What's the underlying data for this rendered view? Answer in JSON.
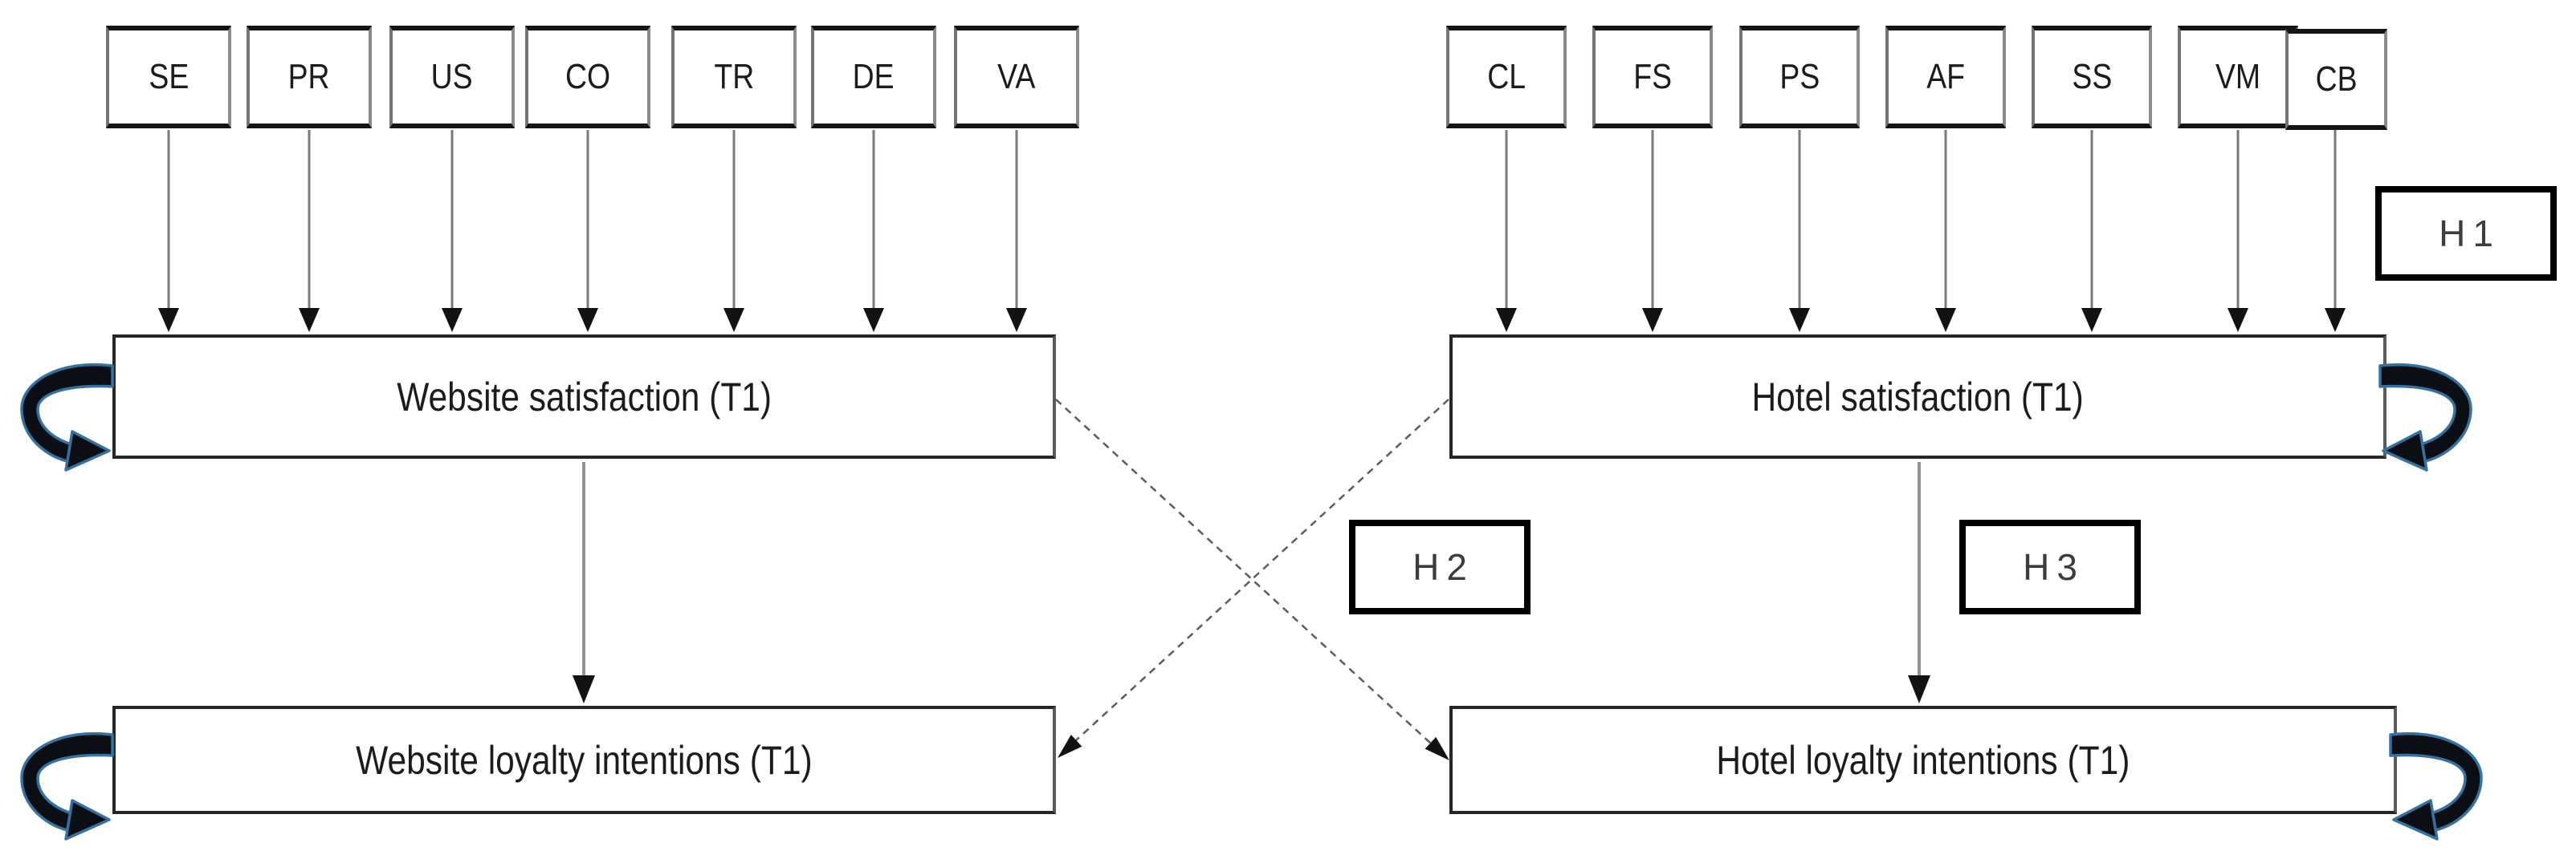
{
  "diagram": {
    "website_model": {
      "indicators": [
        "SE",
        "PR",
        "US",
        "CO",
        "TR",
        "DE",
        "VA"
      ],
      "satisfaction": "Website satisfaction (T1)",
      "loyalty": "Website loyalty intentions (T1)"
    },
    "hotel_model": {
      "indicators": [
        "CL",
        "FS",
        "PS",
        "AF",
        "SS",
        "VM",
        "CB"
      ],
      "satisfaction": "Hotel satisfaction (T1)",
      "loyalty": "Hotel loyalty intentions (T1)"
    },
    "hypotheses": {
      "h1": "H1",
      "h2": "H2",
      "h3": "H3"
    },
    "colors": {
      "loop_arrow_fill": "#0b0f15",
      "loop_arrow_edge": "#38719e",
      "line": "#7a7a7a",
      "dashed_line": "#5c5c5c",
      "box_border": "#141414"
    }
  }
}
